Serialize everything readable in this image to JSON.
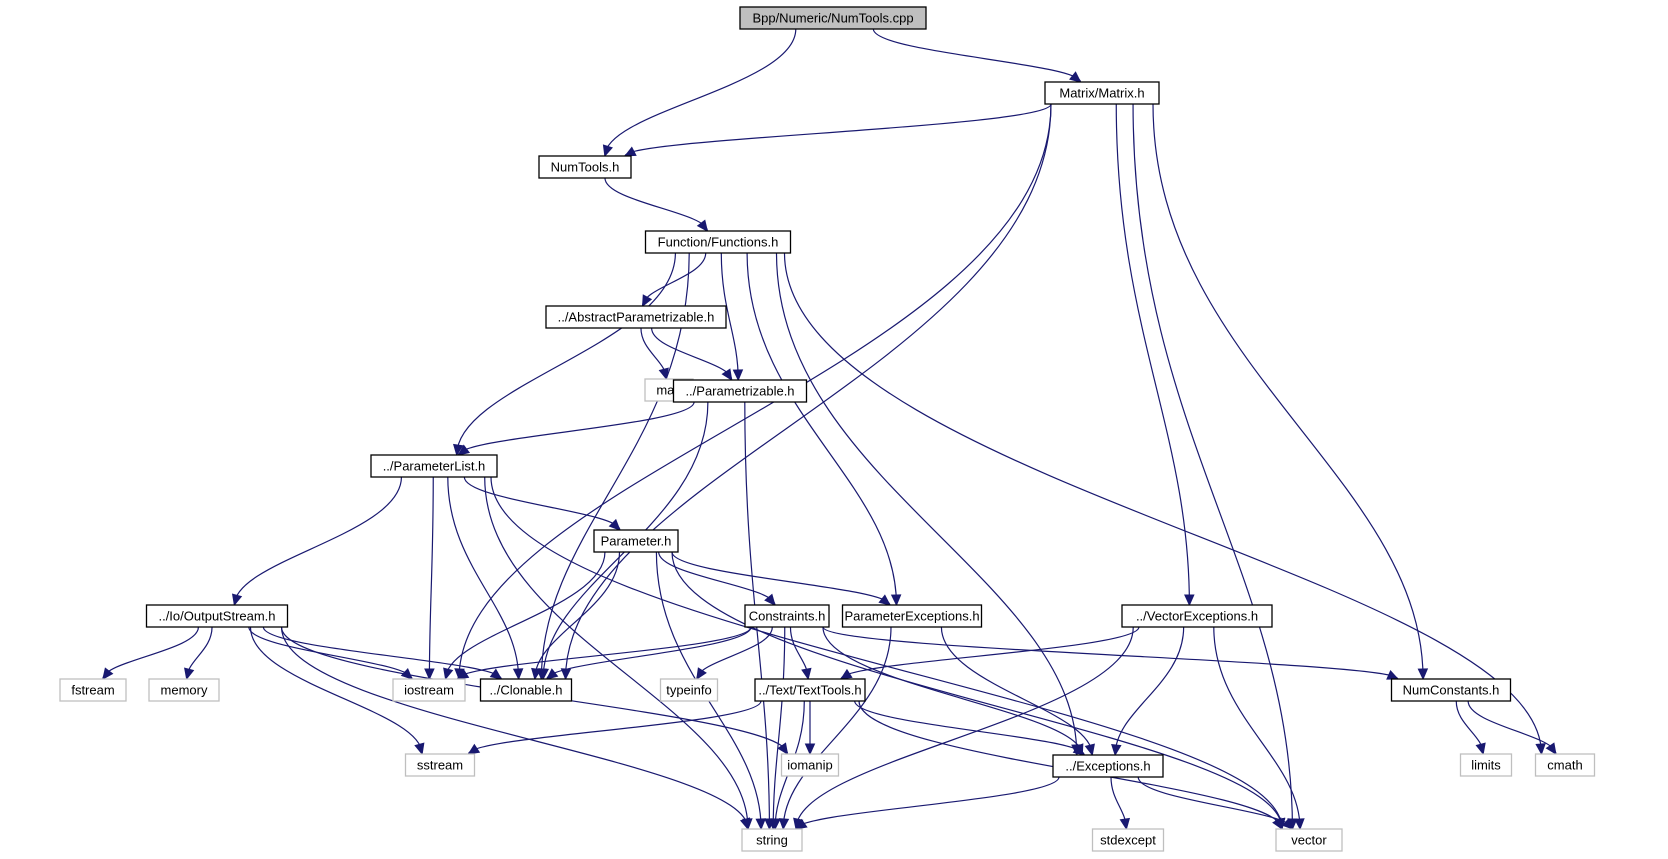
{
  "title": "Bpp/Numeric/NumTools.cpp include dependency graph",
  "colors": {
    "edge": "#191970",
    "root_fill": "#bfbfbf",
    "node_fill": "#ffffff",
    "node_border": "#000000",
    "external_border": "#bfbfbf"
  },
  "nodes": [
    {
      "id": "numtools_cpp",
      "label": "Bpp/Numeric/NumTools.cpp",
      "kind": "root"
    },
    {
      "id": "matrix_h",
      "label": "Matrix/Matrix.h",
      "kind": "local"
    },
    {
      "id": "numtools_h",
      "label": "NumTools.h",
      "kind": "local"
    },
    {
      "id": "functions_h",
      "label": "Function/Functions.h",
      "kind": "local"
    },
    {
      "id": "abstractparametrizable_h",
      "label": "../AbstractParametrizable.h",
      "kind": "local"
    },
    {
      "id": "map",
      "label": "map",
      "kind": "external"
    },
    {
      "id": "parametrizable_h",
      "label": "../Parametrizable.h",
      "kind": "local"
    },
    {
      "id": "parameterlist_h",
      "label": "../ParameterList.h",
      "kind": "local"
    },
    {
      "id": "parameter_h",
      "label": "Parameter.h",
      "kind": "local"
    },
    {
      "id": "outputstream_h",
      "label": "../Io/OutputStream.h",
      "kind": "local"
    },
    {
      "id": "constraints_h",
      "label": "Constraints.h",
      "kind": "local"
    },
    {
      "id": "parameterexceptions_h",
      "label": "ParameterExceptions.h",
      "kind": "local"
    },
    {
      "id": "vectorexceptions_h",
      "label": "../VectorExceptions.h",
      "kind": "local"
    },
    {
      "id": "fstream",
      "label": "fstream",
      "kind": "external"
    },
    {
      "id": "memory",
      "label": "memory",
      "kind": "external"
    },
    {
      "id": "iostream",
      "label": "iostream",
      "kind": "external"
    },
    {
      "id": "clonable_h",
      "label": "../Clonable.h",
      "kind": "local"
    },
    {
      "id": "typeinfo",
      "label": "typeinfo",
      "kind": "external"
    },
    {
      "id": "texttools_h",
      "label": "../Text/TextTools.h",
      "kind": "local"
    },
    {
      "id": "numconstants_h",
      "label": "NumConstants.h",
      "kind": "local"
    },
    {
      "id": "sstream",
      "label": "sstream",
      "kind": "external"
    },
    {
      "id": "iomanip",
      "label": "iomanip",
      "kind": "external"
    },
    {
      "id": "exceptions_h",
      "label": "../Exceptions.h",
      "kind": "local"
    },
    {
      "id": "limits",
      "label": "limits",
      "kind": "external"
    },
    {
      "id": "cmath",
      "label": "cmath",
      "kind": "external"
    },
    {
      "id": "string",
      "label": "string",
      "kind": "external"
    },
    {
      "id": "stdexcept",
      "label": "stdexcept",
      "kind": "external"
    },
    {
      "id": "vector",
      "label": "vector",
      "kind": "external"
    }
  ],
  "edges": [
    [
      "numtools_cpp",
      "numtools_h"
    ],
    [
      "numtools_cpp",
      "matrix_h"
    ],
    [
      "matrix_h",
      "numtools_h"
    ],
    [
      "matrix_h",
      "iostream"
    ],
    [
      "matrix_h",
      "clonable_h"
    ],
    [
      "matrix_h",
      "vectorexceptions_h"
    ],
    [
      "matrix_h",
      "numconstants_h"
    ],
    [
      "matrix_h",
      "vector"
    ],
    [
      "numtools_h",
      "functions_h"
    ],
    [
      "functions_h",
      "abstractparametrizable_h"
    ],
    [
      "functions_h",
      "parametrizable_h"
    ],
    [
      "functions_h",
      "parameterlist_h"
    ],
    [
      "functions_h",
      "clonable_h"
    ],
    [
      "functions_h",
      "parameterexceptions_h"
    ],
    [
      "functions_h",
      "exceptions_h"
    ],
    [
      "functions_h",
      "cmath"
    ],
    [
      "abstractparametrizable_h",
      "map"
    ],
    [
      "abstractparametrizable_h",
      "parametrizable_h"
    ],
    [
      "parametrizable_h",
      "parameterlist_h"
    ],
    [
      "parametrizable_h",
      "clonable_h"
    ],
    [
      "parametrizable_h",
      "string"
    ],
    [
      "parameterlist_h",
      "outputstream_h"
    ],
    [
      "parameterlist_h",
      "iostream"
    ],
    [
      "parameterlist_h",
      "clonable_h"
    ],
    [
      "parameterlist_h",
      "parameter_h"
    ],
    [
      "parameterlist_h",
      "string"
    ],
    [
      "parameterlist_h",
      "vector"
    ],
    [
      "parameter_h",
      "constraints_h"
    ],
    [
      "parameter_h",
      "parameterexceptions_h"
    ],
    [
      "parameter_h",
      "iostream"
    ],
    [
      "parameter_h",
      "clonable_h"
    ],
    [
      "parameter_h",
      "string"
    ],
    [
      "parameter_h",
      "vector"
    ],
    [
      "outputstream_h",
      "fstream"
    ],
    [
      "outputstream_h",
      "memory"
    ],
    [
      "outputstream_h",
      "iostream"
    ],
    [
      "outputstream_h",
      "clonable_h"
    ],
    [
      "outputstream_h",
      "sstream"
    ],
    [
      "outputstream_h",
      "iomanip"
    ],
    [
      "outputstream_h",
      "string"
    ],
    [
      "constraints_h",
      "iostream"
    ],
    [
      "constraints_h",
      "clonable_h"
    ],
    [
      "constraints_h",
      "typeinfo"
    ],
    [
      "constraints_h",
      "texttools_h"
    ],
    [
      "constraints_h",
      "exceptions_h"
    ],
    [
      "constraints_h",
      "numconstants_h"
    ],
    [
      "constraints_h",
      "string"
    ],
    [
      "parameterexceptions_h",
      "exceptions_h"
    ],
    [
      "parameterexceptions_h",
      "string"
    ],
    [
      "vectorexceptions_h",
      "texttools_h"
    ],
    [
      "vectorexceptions_h",
      "exceptions_h"
    ],
    [
      "vectorexceptions_h",
      "string"
    ],
    [
      "vectorexceptions_h",
      "vector"
    ],
    [
      "texttools_h",
      "sstream"
    ],
    [
      "texttools_h",
      "iomanip"
    ],
    [
      "texttools_h",
      "exceptions_h"
    ],
    [
      "texttools_h",
      "string"
    ],
    [
      "texttools_h",
      "vector"
    ],
    [
      "numconstants_h",
      "limits"
    ],
    [
      "numconstants_h",
      "cmath"
    ],
    [
      "exceptions_h",
      "string"
    ],
    [
      "exceptions_h",
      "stdexcept"
    ],
    [
      "exceptions_h",
      "vector"
    ]
  ]
}
